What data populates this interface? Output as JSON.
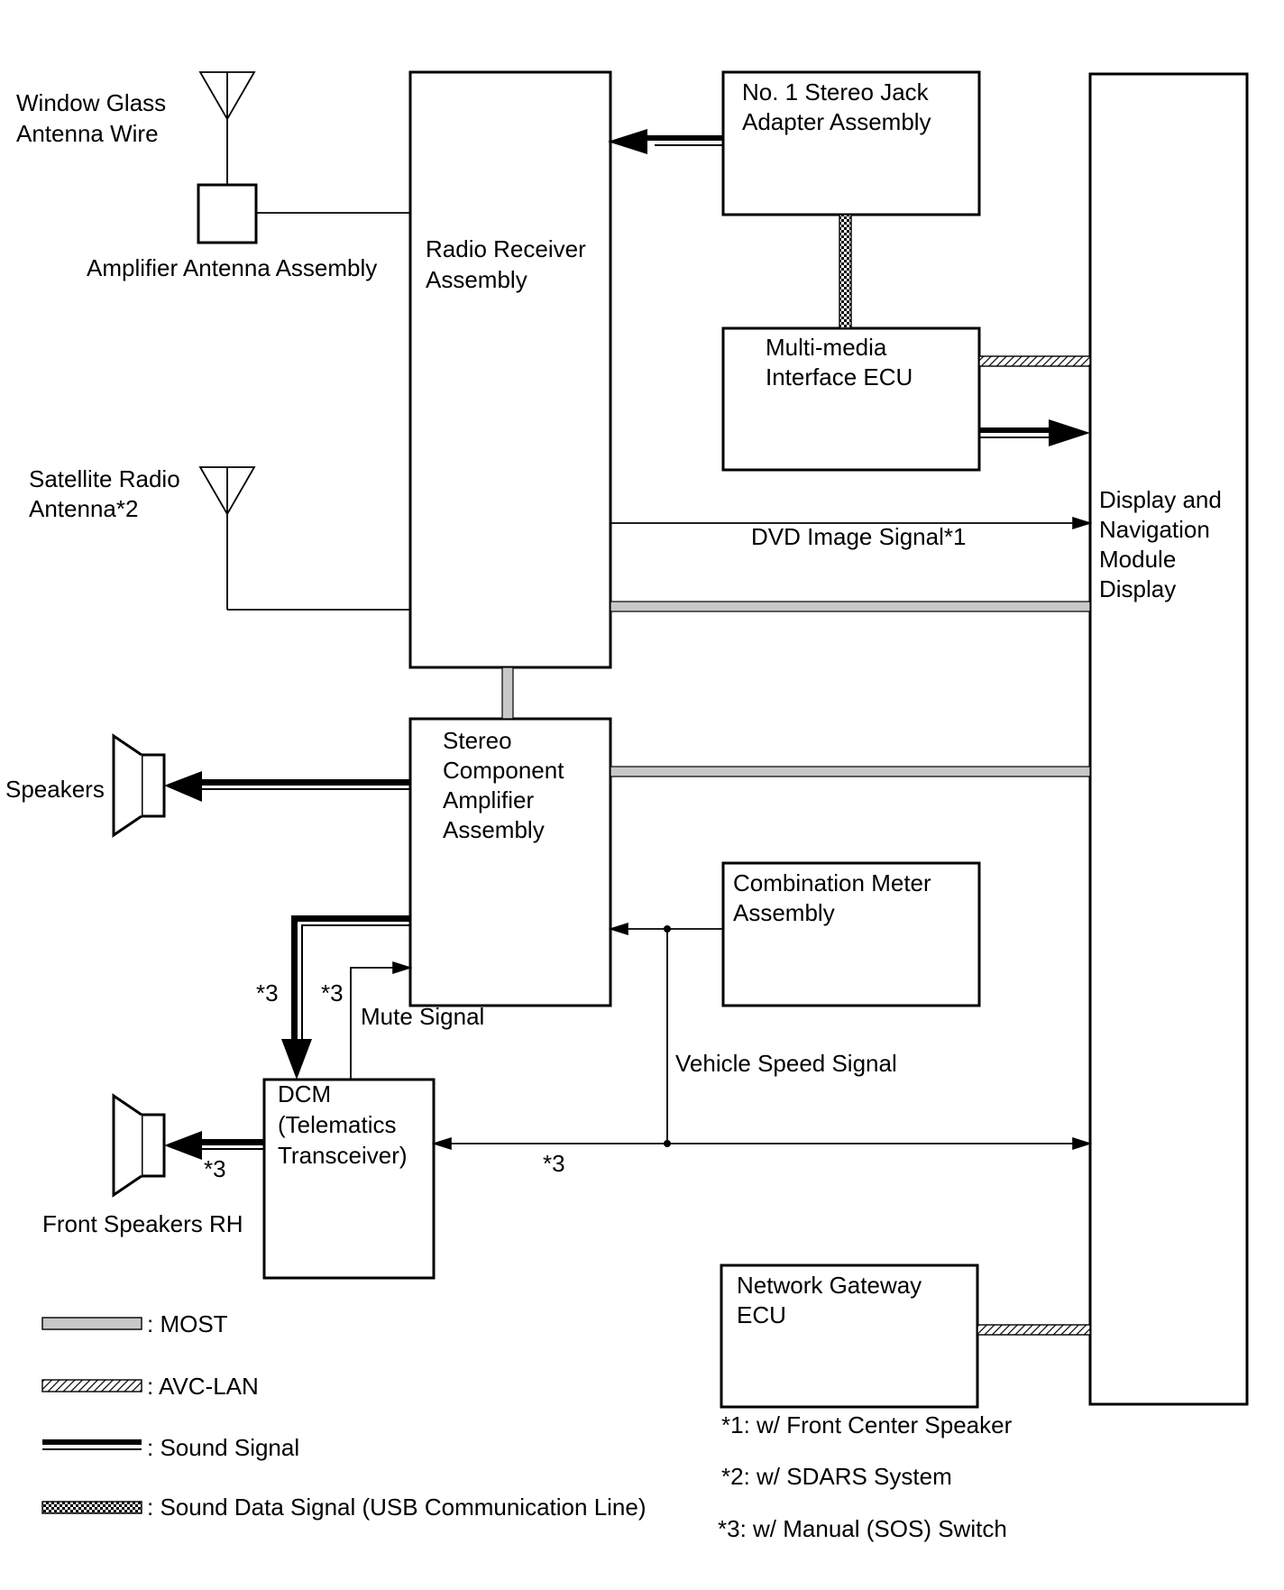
{
  "colors": {
    "line": "#000000",
    "most": "#c8c8c8",
    "background": "#ffffff"
  },
  "labels": {
    "window_glass_antenna": [
      "Window Glass",
      "Antenna Wire"
    ],
    "amplifier_antenna": "Amplifier Antenna Assembly",
    "satellite_antenna": [
      "Satellite Radio",
      "Antenna*2"
    ],
    "speakers": "Speakers",
    "front_speakers_rh": "Front Speakers RH"
  },
  "boxes": {
    "radio_receiver": [
      "Radio Receiver",
      "Assembly"
    ],
    "stereo_jack": [
      "No. 1 Stereo Jack",
      "Adapter Assembly"
    ],
    "multimedia_ecu": [
      "Multi-media",
      "Interface ECU"
    ],
    "display_nav": [
      "Display and",
      "Navigation",
      "Module",
      "Display"
    ],
    "stereo_amp": [
      "Stereo",
      "Component",
      "Amplifier",
      "Assembly"
    ],
    "combination_meter": [
      "Combination Meter",
      "Assembly"
    ],
    "dcm": [
      "DCM",
      "(Telematics",
      "Transceiver)"
    ],
    "network_gateway": [
      "Network Gateway",
      "ECU"
    ]
  },
  "signals": {
    "dvd_image": "DVD Image Signal*1",
    "mute": "Mute Signal",
    "vehicle_speed": "Vehicle Speed Signal",
    "mark_3": "*3"
  },
  "legend": [
    {
      "type": "most",
      "label": ": MOST"
    },
    {
      "type": "avc-lan",
      "label": ": AVC-LAN"
    },
    {
      "type": "sound",
      "label": ": Sound Signal"
    },
    {
      "type": "usb",
      "label": ": Sound Data Signal (USB Communication Line)"
    }
  ],
  "notes": [
    "*1: w/ Front Center Speaker",
    "*2: w/ SDARS System",
    "*3: w/ Manual (SOS) Switch"
  ]
}
